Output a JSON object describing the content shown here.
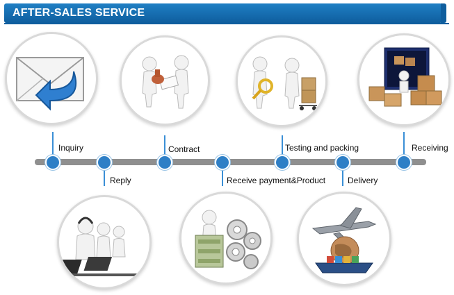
{
  "header": {
    "title": "AFTER-SALES SERVICE"
  },
  "steps": [
    {
      "label": "Inquiry",
      "icon": "envelope-reply-icon"
    },
    {
      "label": "Reply",
      "icon": "call-center-icon"
    },
    {
      "label": "Contract",
      "icon": "handshake-stamp-icon"
    },
    {
      "label": "Receive payment&Product",
      "icon": "money-gears-icon"
    },
    {
      "label": "Testing and packing",
      "icon": "testing-packing-icon"
    },
    {
      "label": "Delivery",
      "icon": "plane-ship-globe-icon"
    },
    {
      "label": "Receiving",
      "icon": "container-boxes-icon"
    }
  ],
  "colors": {
    "header": "#1577bd",
    "dot": "#2e7fc6",
    "timeline": "#8f8f8f"
  }
}
